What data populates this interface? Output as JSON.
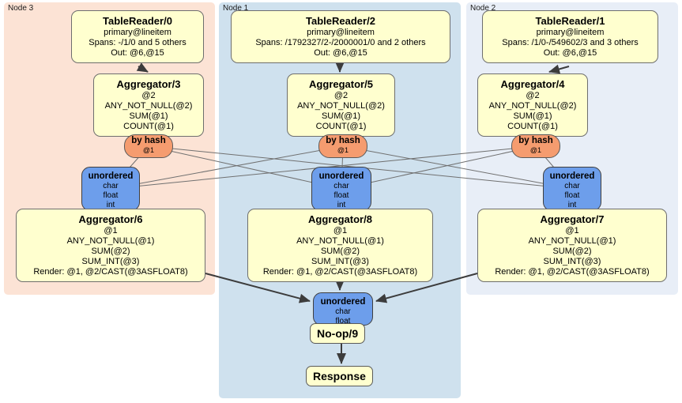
{
  "node3": {
    "label": "Node 3",
    "table_reader": {
      "title": "TableReader/0",
      "lines": [
        "primary@lineitem",
        "Spans: -/1/0 and 5 others",
        "Out: @6,@15"
      ]
    },
    "aggregator_top": {
      "title": "Aggregator/3",
      "lines": [
        "@2",
        "ANY_NOT_NULL(@2)",
        "SUM(@1)",
        "COUNT(@1)"
      ]
    },
    "router": {
      "title": "by hash",
      "subtitle": "@1"
    },
    "sync": {
      "title": "unordered",
      "lines": [
        "char",
        "float",
        "int"
      ]
    },
    "aggregator_bottom": {
      "title": "Aggregator/6",
      "lines": [
        "@1",
        "ANY_NOT_NULL(@1)",
        "SUM(@2)",
        "SUM_INT(@3)",
        "Render: @1, @2/CAST(@3ASFLOAT8)"
      ]
    }
  },
  "node1": {
    "label": "Node 1",
    "table_reader": {
      "title": "TableReader/2",
      "lines": [
        "primary@lineitem",
        "Spans: /1792327/2-/2000001/0 and 2 others",
        "Out: @6,@15"
      ]
    },
    "aggregator_top": {
      "title": "Aggregator/5",
      "lines": [
        "@2",
        "ANY_NOT_NULL(@2)",
        "SUM(@1)",
        "COUNT(@1)"
      ]
    },
    "router": {
      "title": "by hash",
      "subtitle": "@1"
    },
    "sync": {
      "title": "unordered",
      "lines": [
        "char",
        "float",
        "int"
      ]
    },
    "aggregator_bottom": {
      "title": "Aggregator/8",
      "lines": [
        "@1",
        "ANY_NOT_NULL(@1)",
        "SUM(@2)",
        "SUM_INT(@3)",
        "Render: @1, @2/CAST(@3ASFLOAT8)"
      ]
    }
  },
  "node2": {
    "label": "Node 2",
    "table_reader": {
      "title": "TableReader/1",
      "lines": [
        "primary@lineitem",
        "Spans: /1/0-/549602/3 and 3 others",
        "Out: @6,@15"
      ]
    },
    "aggregator_top": {
      "title": "Aggregator/4",
      "lines": [
        "@2",
        "ANY_NOT_NULL(@2)",
        "SUM(@1)",
        "COUNT(@1)"
      ]
    },
    "router": {
      "title": "by hash",
      "subtitle": "@1"
    },
    "sync": {
      "title": "unordered",
      "lines": [
        "char",
        "float",
        "int"
      ]
    },
    "aggregator_bottom": {
      "title": "Aggregator/7",
      "lines": [
        "@1",
        "ANY_NOT_NULL(@1)",
        "SUM(@2)",
        "SUM_INT(@3)",
        "Render: @1, @2/CAST(@3ASFLOAT8)"
      ]
    }
  },
  "final": {
    "sync": {
      "title": "unordered",
      "lines": [
        "char",
        "float"
      ]
    },
    "noop": {
      "title": "No-op/9"
    },
    "response": {
      "title": "Response"
    }
  },
  "colors": {
    "region_node3": "#fce3d5",
    "region_node1": "#cfe1ee",
    "region_node2": "#e8eef7",
    "processor_fill": "#ffffcf",
    "router_fill": "#f59c6f",
    "sync_fill": "#6d9eeb",
    "edge_thick": "#3c3c3c",
    "edge_thin": "#707070"
  }
}
